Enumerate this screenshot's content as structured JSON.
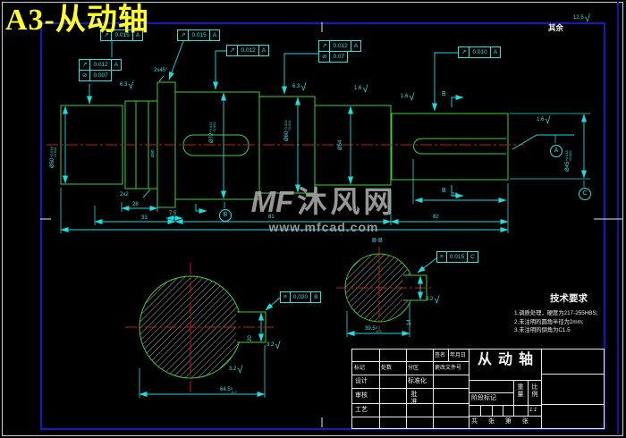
{
  "caption": "A3-从动轴",
  "corner": {
    "label": "其余",
    "roughness": "12.5"
  },
  "watermark": {
    "logo": "MF",
    "name": "沐风网",
    "url": "www.mfcad.com"
  },
  "tech": {
    "title": "技术要求",
    "lines": [
      "1.调质处理，硬度为217-255HBS;",
      "2.未注明的圆角半径为2mm;",
      "3.未注明的倒角为C1.5"
    ]
  },
  "frames": {
    "f1": {
      "sym": "↗",
      "val": "0.015",
      "datum": "A"
    },
    "f2": {
      "sym": "↗",
      "val": "0.015",
      "datum": "A"
    },
    "f3a": {
      "sym": "↗",
      "val": "0.012",
      "datum": "A"
    },
    "f3b": {
      "sym": "⊘",
      "val": "0.007"
    },
    "f4": {
      "sym": "↗",
      "val": "0.012",
      "datum": "A"
    },
    "f5a": {
      "sym": "↗",
      "val": "0.012",
      "datum": "A"
    },
    "f5b": {
      "sym": "⊘",
      "val": "0.07"
    },
    "f6": {
      "sym": "↗",
      "val": "0.010",
      "datum": "A"
    },
    "f7": {
      "sym": "≡",
      "val": "0.020",
      "datum": "B"
    },
    "f8": {
      "sym": "≡",
      "val": "0.015",
      "datum": "C"
    }
  },
  "datums": {
    "a": "A",
    "b": "B",
    "c": "C"
  },
  "rough": {
    "r63": "6.3",
    "r16": "1.6",
    "r32": "3.2"
  },
  "dims": {
    "chamfer": "2x45°",
    "groove": "2x2",
    "d28": "28",
    "d33": "33",
    "d75": "7.5",
    "d81": "81",
    "d82": "82",
    "d70": "70",
    "sec_letter": "B",
    "section_label": "B-B",
    "dia1": "Ø50",
    "dia1_u": "+0.018",
    "dia1_l": "+0.002",
    "dia_flange": "Ø80",
    "dia4": "Ø72",
    "dia4_u": "+0.021",
    "dia4_l": "+0.002",
    "dia5": "Ø60",
    "dia5_u": "+0.024",
    "dia5_l": "+0.011",
    "dia6": "Ø54",
    "dia8": "Ø45",
    "dia8_u": "+0.018",
    "dia8_l": "+0.002",
    "w64": "64.5",
    "w64_u": "0",
    "w64_l": "-0.2",
    "w39": "39.5",
    "w39_u": "0",
    "w39_l": "-0.2",
    "k20": "20",
    "k14": "14"
  },
  "titleblock": {
    "part": "从动轴",
    "sign": "签名",
    "date": "年月日",
    "rev_row": [
      "标记",
      "处数",
      "分区",
      "更改文件号"
    ],
    "roles": [
      "设计",
      "审核",
      "工艺"
    ],
    "std": "标准化",
    "approve": "批准",
    "stage": "阶段标记",
    "weight": "重量",
    "ratio": "比例",
    "scale": "1:1",
    "sheets": "共 张 第 张"
  }
}
